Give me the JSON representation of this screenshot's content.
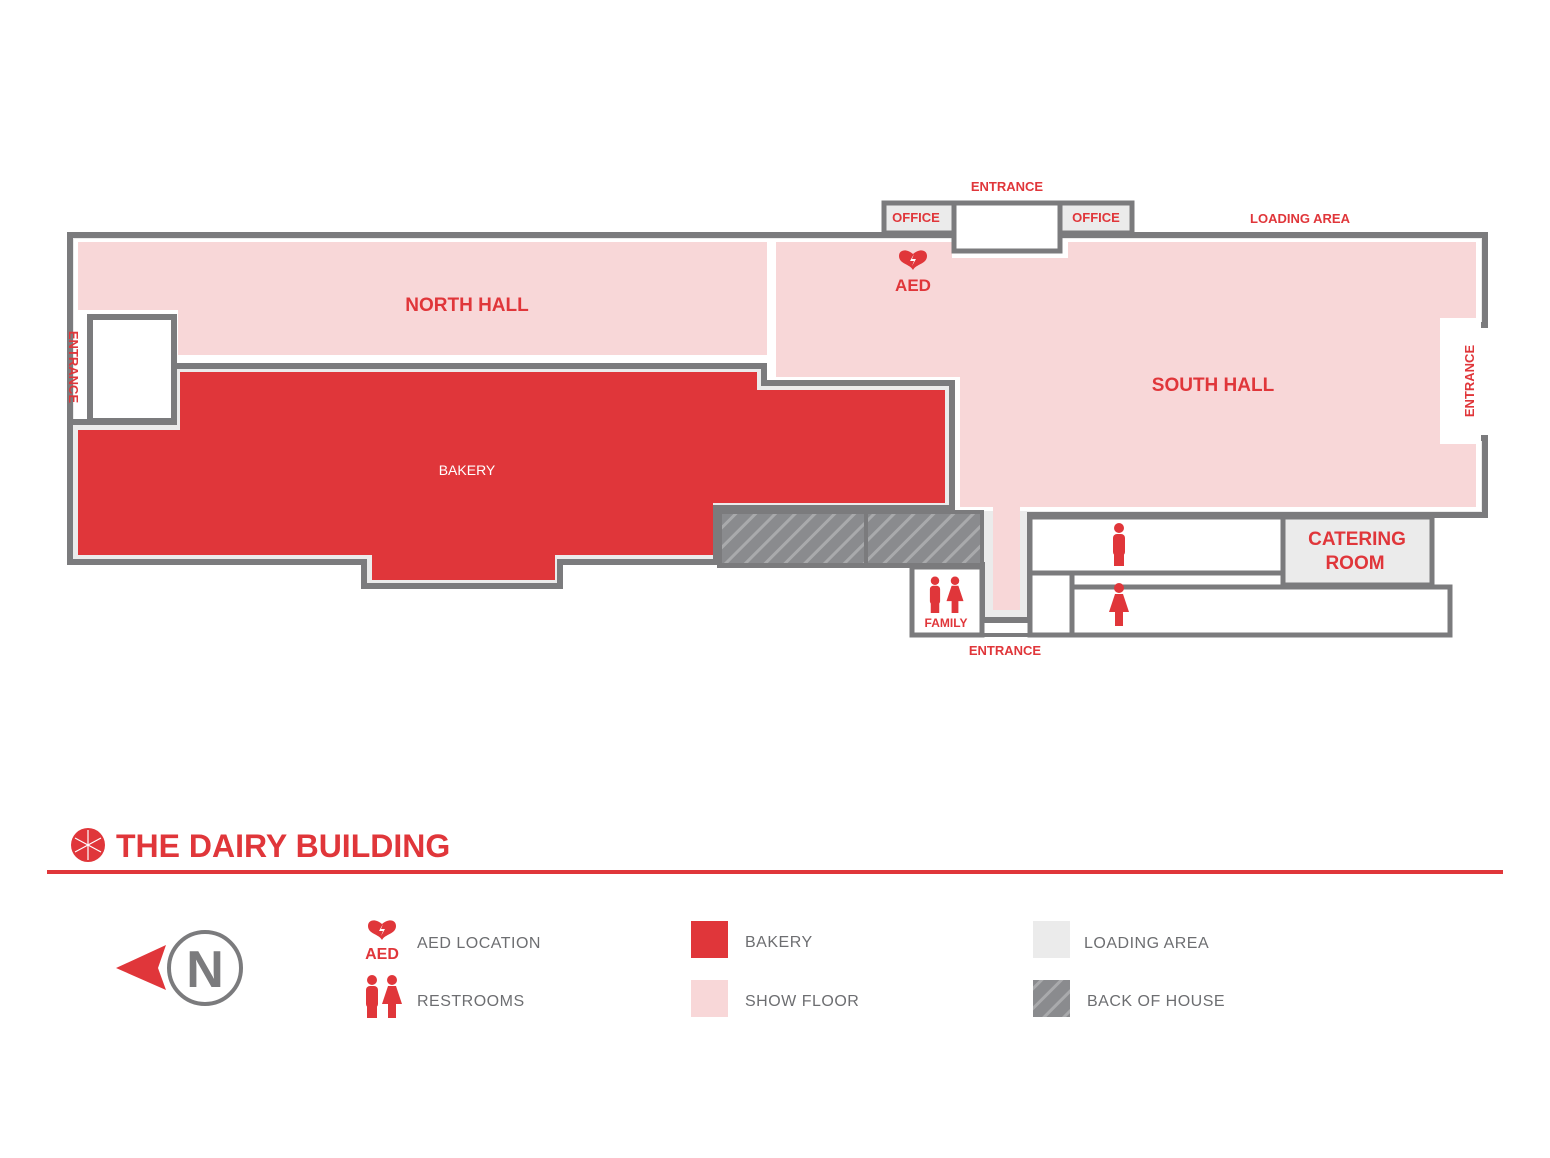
{
  "title": "THE DAIRY BUILDING",
  "colors": {
    "accent": "#e0363a",
    "show_floor": "#f8d7d8",
    "wall": "#7b7b7d",
    "loading": "#ebebeb",
    "back_of_house": "#8a8b8e"
  },
  "map": {
    "north_hall": "NORTH HALL",
    "south_hall": "SOUTH HALL",
    "bakery": "BAKERY",
    "office_left": "OFFICE",
    "office_right": "OFFICE",
    "entrance_top": "ENTRANCE",
    "entrance_left": "ENTRANCE",
    "entrance_right": "ENTRANCE",
    "entrance_bottom": "ENTRANCE",
    "loading_area": "LOADING AREA",
    "catering_line1": "CATERING",
    "catering_line2": "ROOM",
    "family": "FAMILY",
    "aed": "AED"
  },
  "compass": {
    "letter": "N"
  },
  "legend": {
    "aed_icon_text": "AED",
    "aed": "AED LOCATION",
    "restrooms": "RESTROOMS",
    "bakery": "BAKERY",
    "show_floor": "SHOW FLOOR",
    "loading_area": "LOADING AREA",
    "back_of_house": "BACK OF HOUSE"
  }
}
